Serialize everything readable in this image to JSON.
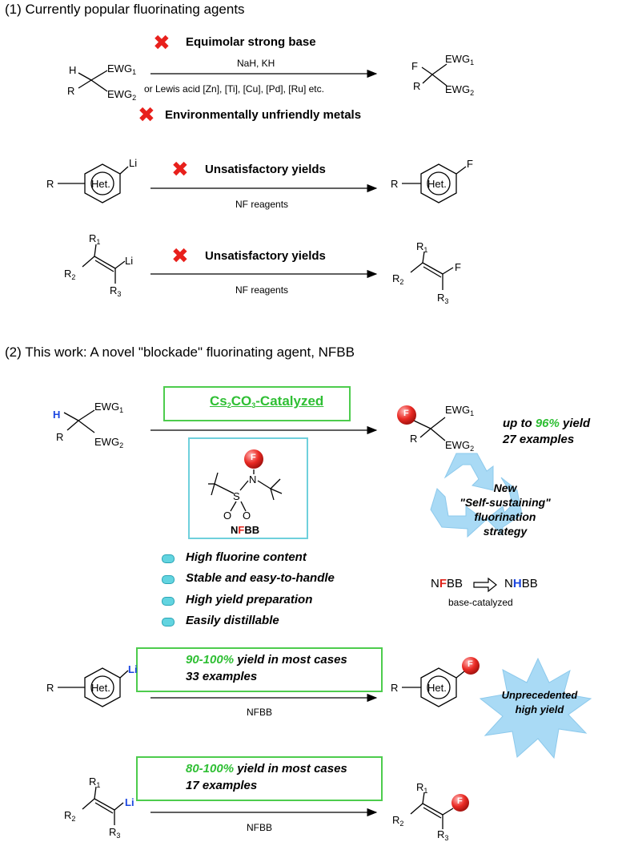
{
  "section1": {
    "title": "(1) Currently popular fluorinating agents",
    "rxn1": {
      "warn_top": "Equimolar strong base",
      "cond_above": "NaH, KH",
      "cond_below": "or Lewis acid [Zn], [Ti], [Cu], [Pd], [Ru] etc.",
      "warn_bottom": "Environmentally unfriendly metals"
    },
    "rxn2": {
      "warn": "Unsatisfactory yields",
      "cond": "NF reagents"
    },
    "rxn3": {
      "warn": "Unsatisfactory yields",
      "cond": "NF reagents"
    }
  },
  "section2": {
    "title": "(2) This work: A novel \"blockade\" fluorinating agent, NFBB",
    "catalyst": {
      "pre": "Cs",
      "sub1": "2",
      "mid": "CO",
      "sub2": "3",
      "post": "-Catalyzed"
    },
    "yield_pre": "up to ",
    "yield_pct": "96%",
    "yield_post": " yield",
    "examples": "27 examples",
    "reagent_label": {
      "n": "N",
      "f": "F",
      "bb": "BB"
    },
    "features": [
      "High fluorine content",
      "Stable and easy-to-handle",
      "High yield preparation",
      "Easily distillable"
    ],
    "strategy": [
      "New",
      "\"Self-sustaining\"",
      "fluorination",
      "strategy"
    ],
    "conversion": {
      "from_n": "N",
      "from_f": "F",
      "from_bb": "BB",
      "to_n": "N",
      "to_h": "H",
      "to_bb": "BB",
      "note": "base-catalyzed"
    },
    "rxn2": {
      "pct": "90-100%",
      "yield_text": " yield in most cases",
      "examples": "33 examples",
      "cond": "NFBB"
    },
    "rxn3": {
      "pct": "80-100%",
      "yield_text": " yield in most cases",
      "examples": "17 examples",
      "cond": "NFBB"
    },
    "burst": [
      "Unprecedented",
      "high yield"
    ]
  },
  "atoms": {
    "H": "H",
    "F": "F",
    "Li": "Li",
    "R": "R",
    "EWG": "EWG",
    "Het": "Het.",
    "N": "N",
    "S": "S",
    "O": "O",
    "R1": "R",
    "R2": "R",
    "R3": "R",
    "n1": "1",
    "n2": "2",
    "n3": "3"
  },
  "colors": {
    "accent_green": "#2fbf34",
    "cross_red": "#e8201c",
    "hydrogen_blue": "#1b46e0",
    "recycle_blue": "#a9daf5",
    "box_cyan": "#6fd0dc"
  }
}
